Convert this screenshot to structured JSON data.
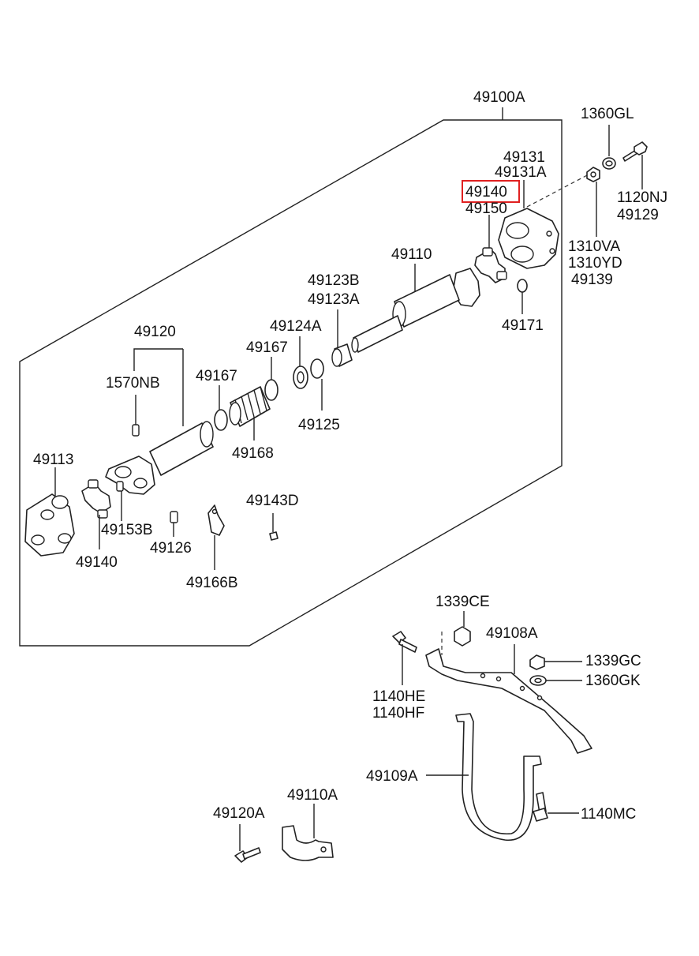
{
  "labels": {
    "assembly": "49100A",
    "cap_1360GL": "1360GL",
    "yoke_49131": "49131",
    "yoke_49131A": "49131A",
    "joint_49140_top": "49140",
    "joint_49150": "49150",
    "bolt_1120NJ": "1120NJ",
    "bolt_49129": "49129",
    "nut_1310VA": "1310VA",
    "nut_1310YD": "1310YD",
    "nut_49139": "49139",
    "shaft_49110": "49110",
    "sleeve_49123B": "49123B",
    "sleeve_49123A": "49123A",
    "ring_49171": "49171",
    "washer_49124A": "49124A",
    "clamp_49167_upper": "49167",
    "tube_49120": "49120",
    "clamp_49167_lower": "49167",
    "grease_1570NB": "1570NB",
    "washer_49125": "49125",
    "boot_49168": "49168",
    "flange_49113": "49113",
    "bolt_49143D": "49143D",
    "nipple_49153B": "49153B",
    "fitting_49126": "49126",
    "joint_49140_bottom": "49140",
    "plate_49166B": "49166B",
    "nut_1339CE": "1339CE",
    "bracket_49108A": "49108A",
    "nut_1339GC": "1339GC",
    "washer_1360GK": "1360GK",
    "bolt_1140HE": "1140HE",
    "bolt_1140HF": "1140HF",
    "strap_49109A": "49109A",
    "bolt_1140MC": "1140MC",
    "bolt_49120A": "49120A",
    "bracket_49110A": "49110A"
  },
  "highlighted_part": "49140",
  "colors": {
    "highlight": "#e02020",
    "line": "#222222",
    "background": "#ffffff"
  }
}
